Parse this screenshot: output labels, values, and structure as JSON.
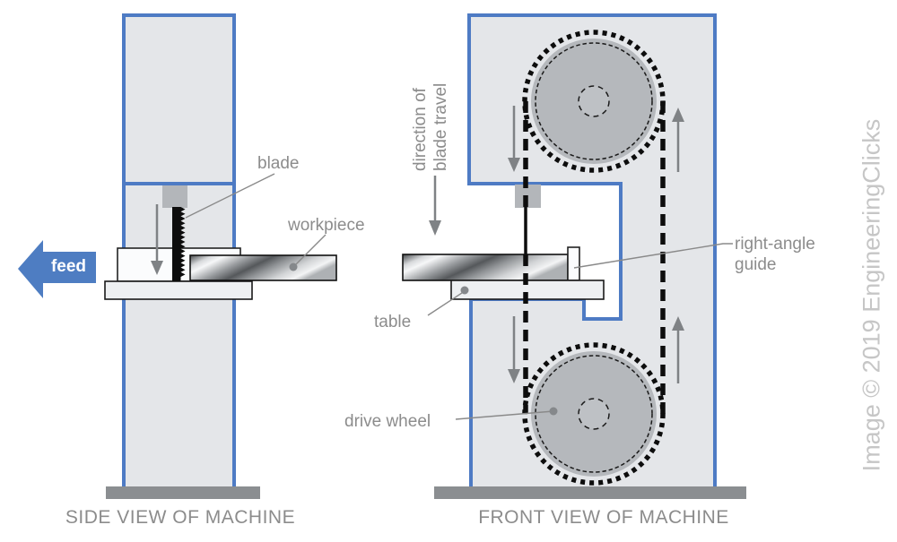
{
  "side_view": {
    "caption": "SIDE VIEW OF MACHINE",
    "labels": {
      "blade": "blade",
      "workpiece": "workpiece",
      "feed": "feed"
    }
  },
  "front_view": {
    "caption": "FRONT VIEW OF MACHINE",
    "labels": {
      "direction_line1": "direction of",
      "direction_line2": "blade travel",
      "right_angle_line1": "right-angle",
      "right_angle_line2": "guide",
      "table": "table",
      "drive_wheel": "drive wheel"
    }
  },
  "watermark": "Image © 2019 EngineeringClicks",
  "colors": {
    "frame_blue": "#4e7bc4",
    "body_fill": "#e4e6e9",
    "wheel_fill": "#b5b8bc",
    "hub_fill": "#bec1c5",
    "block_gray": "#b3b6ba",
    "base_gray": "#8b8e91",
    "arrow_gray": "#7f8285",
    "label_gray": "#8c8c8c",
    "watermark_gray": "#c6c6c6",
    "feed_blue": "#4e7dc2",
    "leader_gray": "#8a8a8a"
  }
}
